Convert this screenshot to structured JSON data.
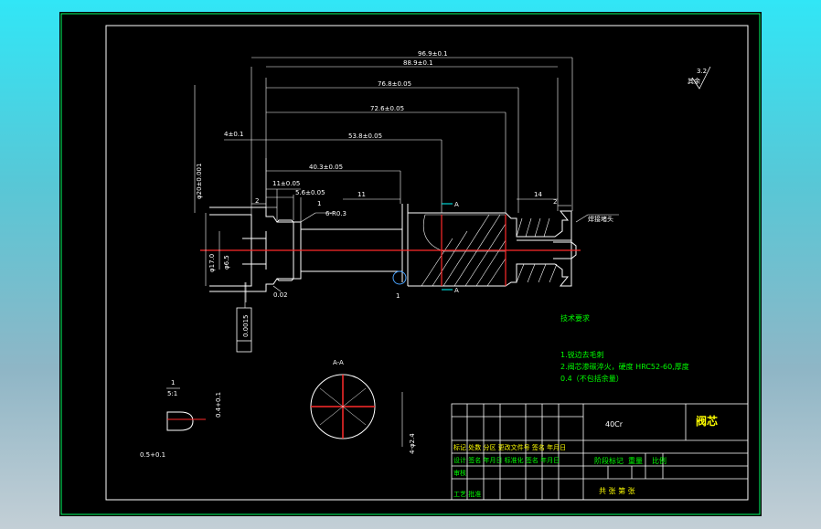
{
  "colors": {
    "background": "#000000",
    "frame": "#ffffff",
    "title_block": "#ffffff",
    "centerline": "#ff0000",
    "note_text": "#00ff00",
    "section_marker": "#00ffff",
    "detail_circle": "#4aa3ff",
    "title_text": "#ffff00"
  },
  "drawing": {
    "dimensions": {
      "d969": "96.9±0.1",
      "d889": "88.9±0.1",
      "d768": "76.8±0.05",
      "d726": "72.6±0.05",
      "d538": "53.8±0.05",
      "d403": "40.3±0.05",
      "d11": "11±0.05",
      "d56": "5.6±0.05",
      "d4": "4±0.1",
      "d2a": "2",
      "d1": "1",
      "d11b": "11",
      "d14": "14",
      "d2b": "2",
      "r03": "6-R0.3",
      "dia_left": "φ17.0",
      "dia_left2": "φ6.5",
      "dia_vert": "φ20±0.001",
      "chamfer": "0.02",
      "tolerance_box": "0.0015",
      "detail_no": "1",
      "roughness": "3.2",
      "roughness_prefix": "其余",
      "weld_label": "焊接堵头"
    },
    "section": {
      "marker_a_top": "A",
      "marker_a_bottom": "A",
      "label": "A-A",
      "dim_right": "4-φ2.4"
    },
    "detail": {
      "label_top": "1",
      "scale": "5:1",
      "dim_side": "0.4+0.1",
      "dim_bottom": "0.5+0.1"
    },
    "tech_req": {
      "title": "技术要求",
      "line1": "1.锐边去毛刺",
      "line2": "2.阀芯渗碳淬火，硬度 HRC52-60,厚度",
      "line3": "0.4（不包括余量）"
    }
  },
  "title_block": {
    "material": "40Cr",
    "part_name": "阀芯",
    "row1": "标记 处数 分区 更改文件号 签名 年月日",
    "row2": "设计 签名 年月日 标准化 签名 年月日",
    "row3": "审核",
    "row4": "工艺 批准",
    "stage_label": "阶段标记",
    "weight_label": "重量",
    "scale_label": "比例",
    "sheet_label": "共 张 第 张"
  }
}
